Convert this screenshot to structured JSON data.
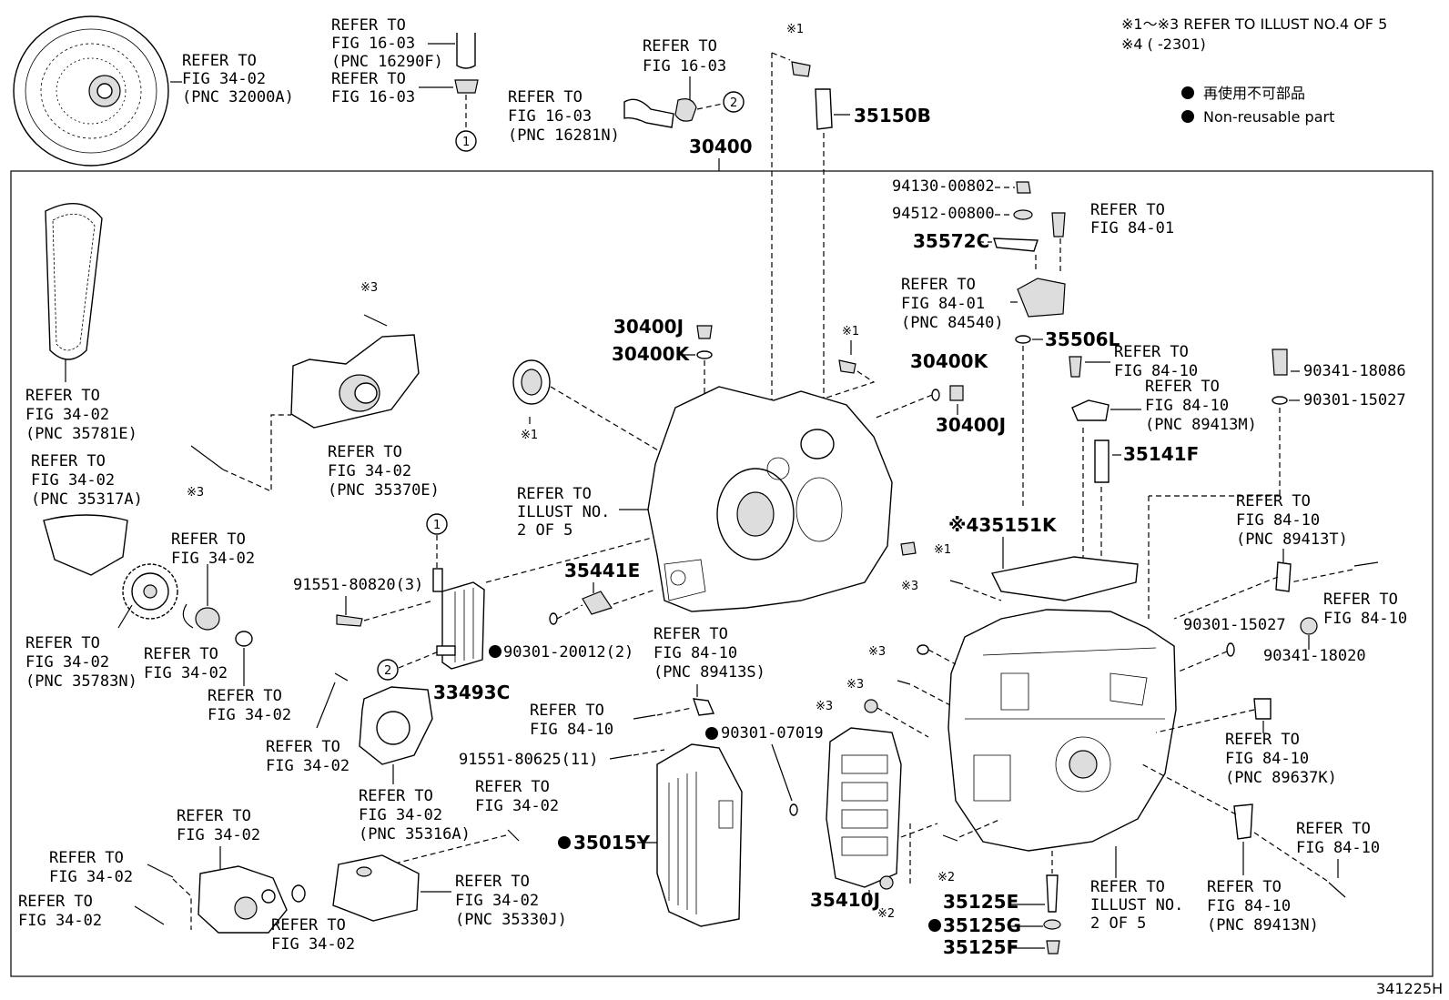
{
  "header_notes": {
    "line1": "※1～※3 REFER TO ILLUST NO.4 OF 5",
    "line2": "※4 (     -2301)"
  },
  "legend": {
    "jp": "再使用不可部品",
    "en": "Non-reusable part"
  },
  "footer_code": "341225H",
  "assembly_number": "30400",
  "part_numbers": {
    "p35150B": "35150B",
    "p94130": "94130-00802",
    "p94512": "94512-00800",
    "p35572C": "35572C",
    "p35506L": "35506L",
    "p30400J_a": "30400J",
    "p30400K_a": "30400K",
    "p30400K_b": "30400K",
    "p30400J_b": "30400J",
    "p90341_18086": "90341-18086",
    "p90301_15027a": "90301-15027",
    "p35141F": "35141F",
    "p35151K": "※435151K",
    "p35441E": "35441E",
    "p91551_80820": "91551-80820(3)",
    "p90301_20012": "90301-20012(2)",
    "p33493C": "33493C",
    "p90301_15027b": "90301-15027",
    "p90341_18020": "90341-18020",
    "p90301_07019": "90301-07019",
    "p91551_80625": "91551-80625(11)",
    "p35015Y": "35015Y",
    "p35410J": "35410J",
    "p35125E": "35125E",
    "p35125G": "35125G",
    "p35125F": "35125F"
  },
  "refs": {
    "r1": [
      "REFER TO",
      "FIG 34-02",
      "(PNC 32000A)"
    ],
    "r2": [
      "REFER TO",
      "FIG 16-03",
      "(PNC 16290F)"
    ],
    "r3": [
      "REFER TO",
      "FIG 16-03"
    ],
    "r4": [
      "REFER TO",
      "FIG 16-03"
    ],
    "r5": [
      "REFER TO",
      "FIG 16-03",
      "(PNC 16281N)"
    ],
    "r6": [
      "REFER TO",
      "FIG 84-01"
    ],
    "r7": [
      "REFER TO",
      "FIG 84-01",
      "(PNC 84540)"
    ],
    "r8": [
      "REFER TO",
      "FIG 84-10"
    ],
    "r9": [
      "REFER TO",
      "FIG 84-10",
      "(PNC 89413M)"
    ],
    "r10": [
      "REFER TO",
      "FIG 34-02",
      "(PNC 35781E)"
    ],
    "r11": [
      "REFER TO",
      "FIG 34-02",
      "(PNC 35370E)"
    ],
    "r12": [
      "REFER TO",
      "FIG 34-02",
      "(PNC 35317A)"
    ],
    "r13": [
      "REFER TO",
      "ILLUST NO.",
      "2 OF 5"
    ],
    "r14": [
      "REFER TO",
      "FIG 34-02"
    ],
    "r15": [
      "REFER TO",
      "FIG 34-02",
      "(PNC 35783N)"
    ],
    "r16": [
      "REFER TO",
      "FIG 34-02"
    ],
    "r17": [
      "REFER TO",
      "FIG 34-02"
    ],
    "r18": [
      "REFER TO",
      "FIG 34-02"
    ],
    "r19": [
      "REFER TO",
      "FIG 34-02",
      "(PNC 35316A)"
    ],
    "r20": [
      "REFER TO",
      "FIG 84-10",
      "(PNC 89413S)"
    ],
    "r21": [
      "REFER TO",
      "FIG 84-10"
    ],
    "r22": [
      "REFER TO",
      "FIG 84-10",
      "(PNC 89413T)"
    ],
    "r23": [
      "REFER TO",
      "FIG 84-10"
    ],
    "r24": [
      "REFER TO",
      "FIG 84-10",
      "(PNC 89637K)"
    ],
    "r25": [
      "REFER TO",
      "FIG 34-02"
    ],
    "r26": [
      "REFER TO",
      "FIG 34-02"
    ],
    "r27": [
      "REFER TO",
      "FIG 34-02"
    ],
    "r28": [
      "REFER TO",
      "FIG 34-02"
    ],
    "r29": [
      "REFER TO",
      "FIG 34-02"
    ],
    "r30": [
      "REFER TO",
      "FIG 34-02",
      "(PNC 35330J)"
    ],
    "r31": [
      "REFER TO",
      "ILLUST NO.",
      "2 OF 5"
    ],
    "r32": [
      "REFER TO",
      "FIG 84-10",
      "(PNC 89413N)"
    ],
    "r33": [
      "REFER TO",
      "FIG 84-10"
    ]
  },
  "marks": {
    "m1": "※1",
    "m3": "※3",
    "m2": "※2",
    "c1": "1",
    "c2": "2"
  }
}
